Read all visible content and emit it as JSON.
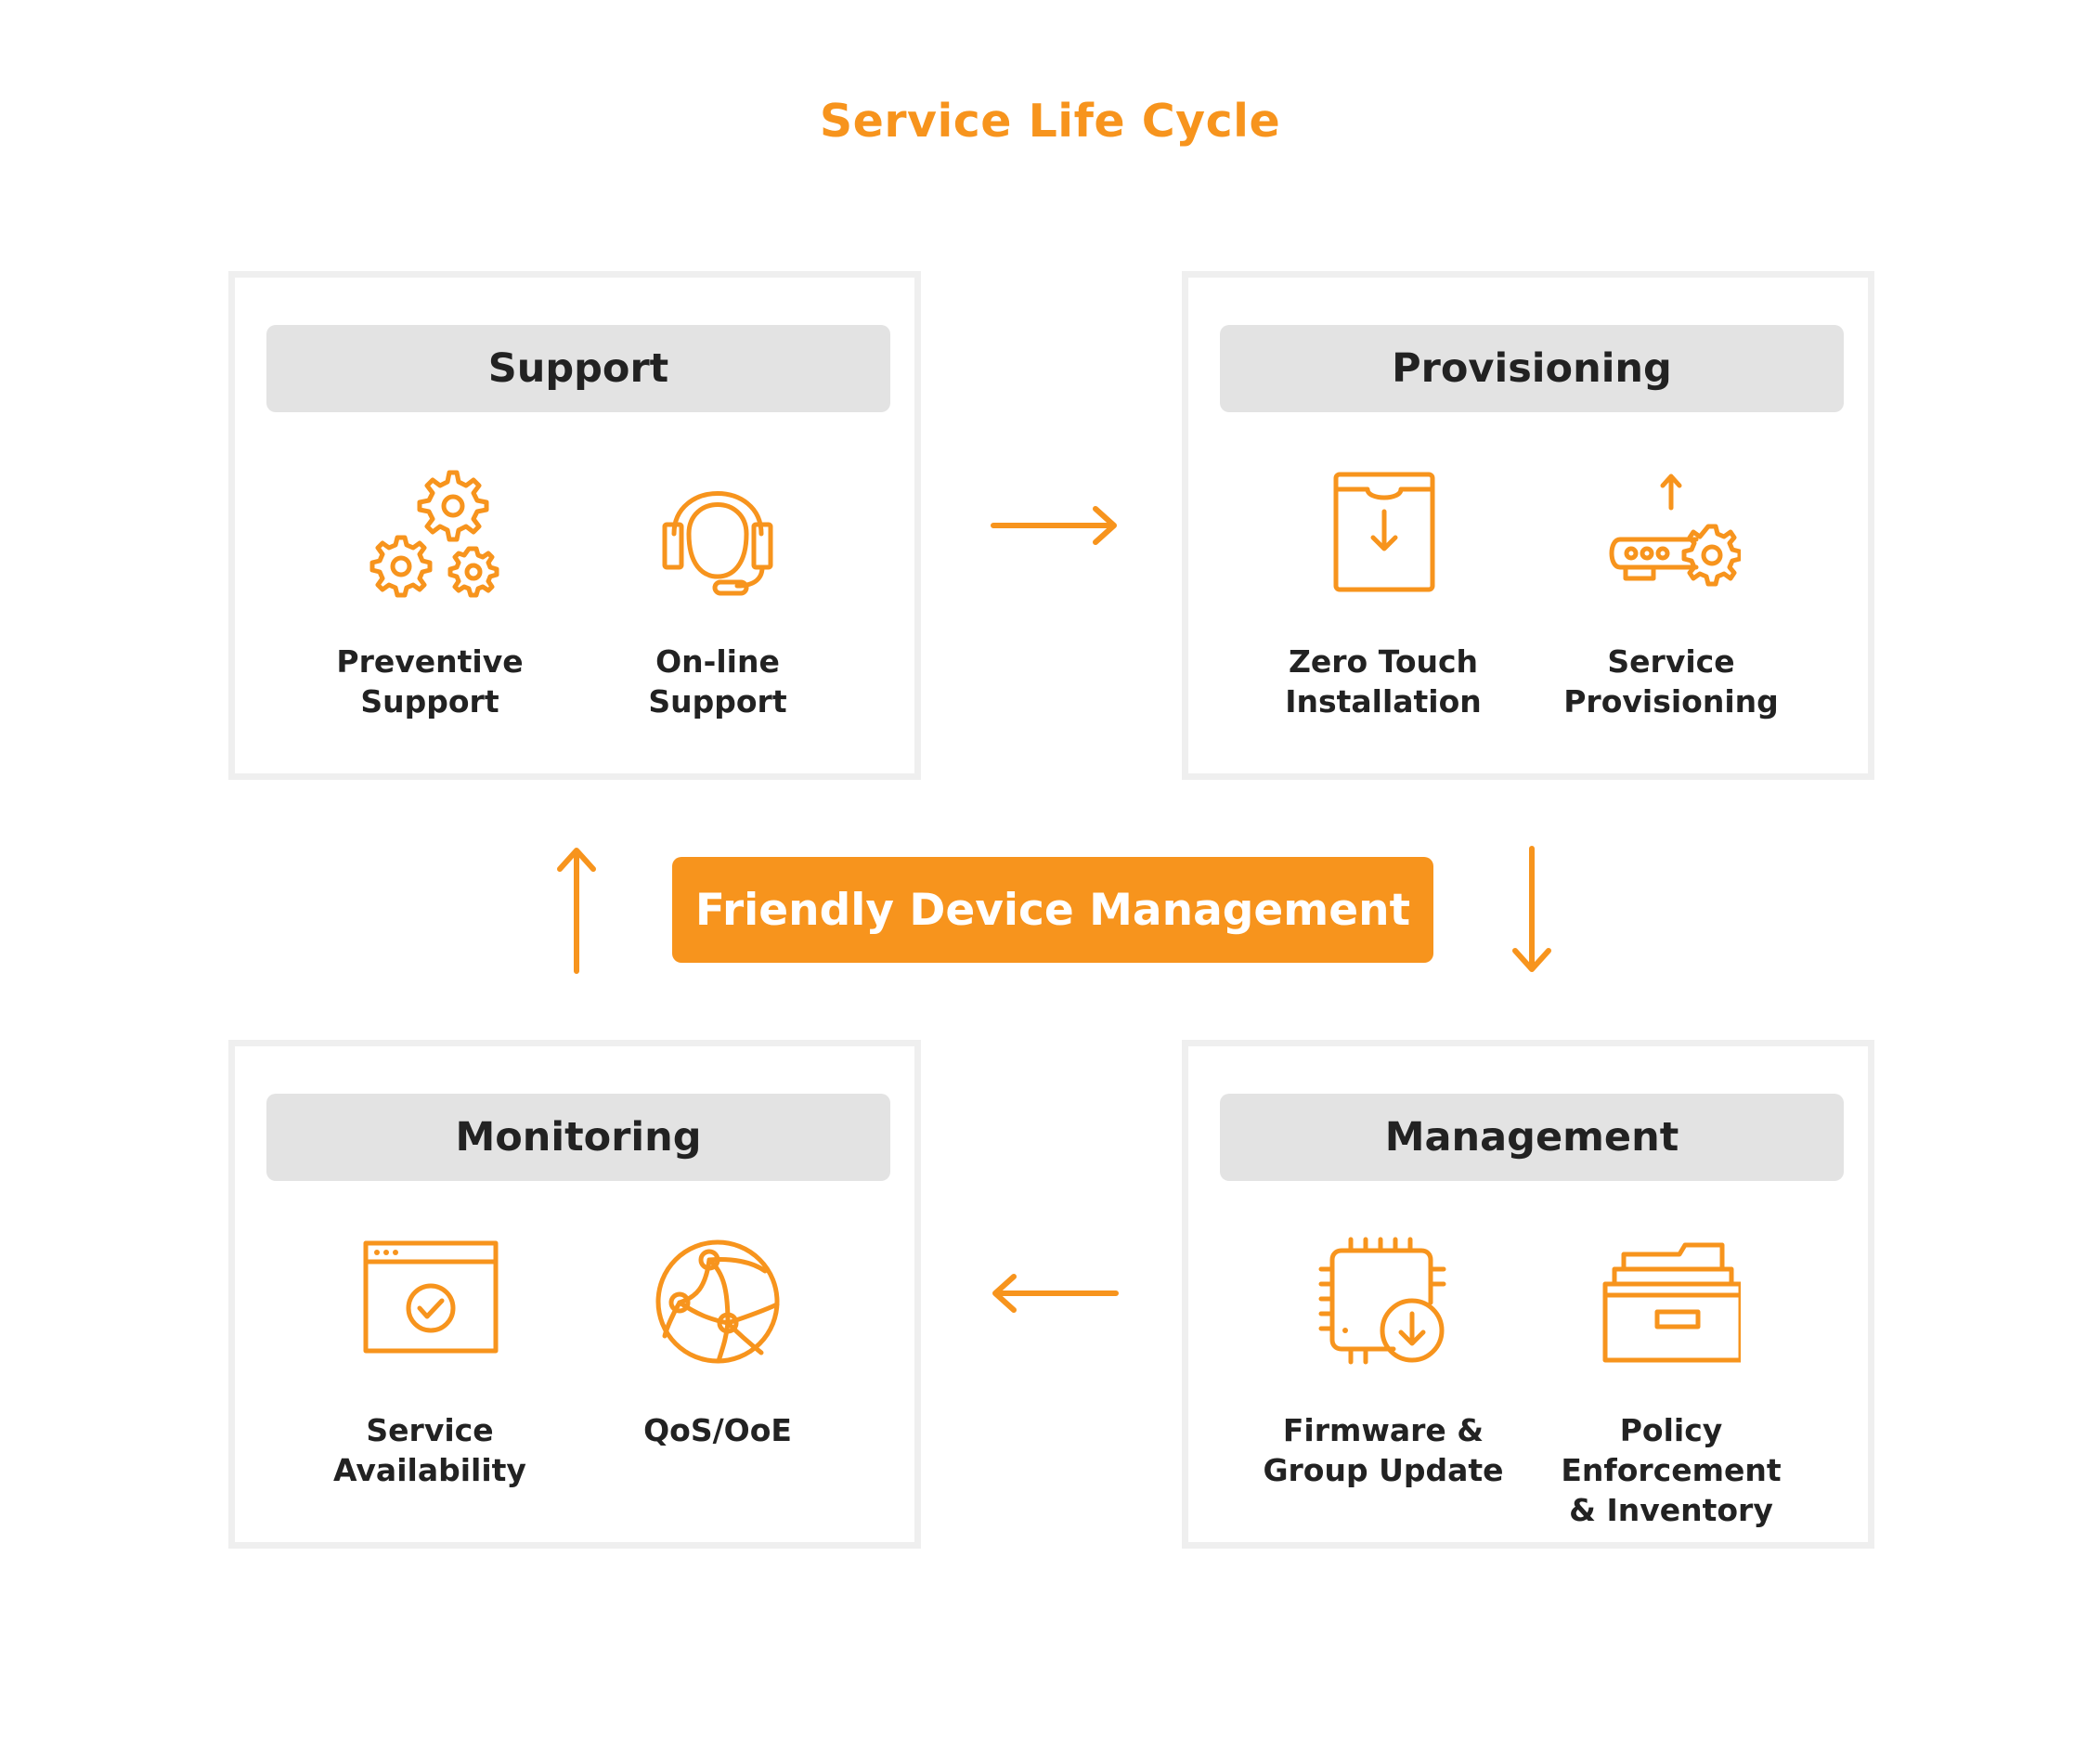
{
  "title": "Service Life Cycle",
  "center_label": "Friendly Device Management",
  "colors": {
    "accent": "#f7941d",
    "panel_header_bg": "#e3e3e3",
    "panel_border": "#efefef",
    "text": "#222222"
  },
  "panels": [
    {
      "title": "Support",
      "items": [
        {
          "label": "Preventive\nSupport",
          "icon": "gears-icon"
        },
        {
          "label": "On-line\nSupport",
          "icon": "headset-icon"
        }
      ]
    },
    {
      "title": "Provisioning",
      "items": [
        {
          "label": "Zero Touch\nInstallation",
          "icon": "box-download-icon"
        },
        {
          "label": "Service\nProvisioning",
          "icon": "router-gear-icon"
        }
      ]
    },
    {
      "title": "Monitoring",
      "items": [
        {
          "label": "Service\nAvailability",
          "icon": "browser-check-icon"
        },
        {
          "label": "QoS/OoE",
          "icon": "globe-network-icon"
        }
      ]
    },
    {
      "title": "Management",
      "items": [
        {
          "label": "Firmware &\nGroup Update",
          "icon": "chip-download-icon"
        },
        {
          "label": "Policy Enforcement\n& Inventory",
          "icon": "file-drawer-icon"
        }
      ]
    }
  ],
  "arrows": [
    "right-arrow",
    "down-arrow",
    "left-arrow",
    "up-arrow"
  ]
}
